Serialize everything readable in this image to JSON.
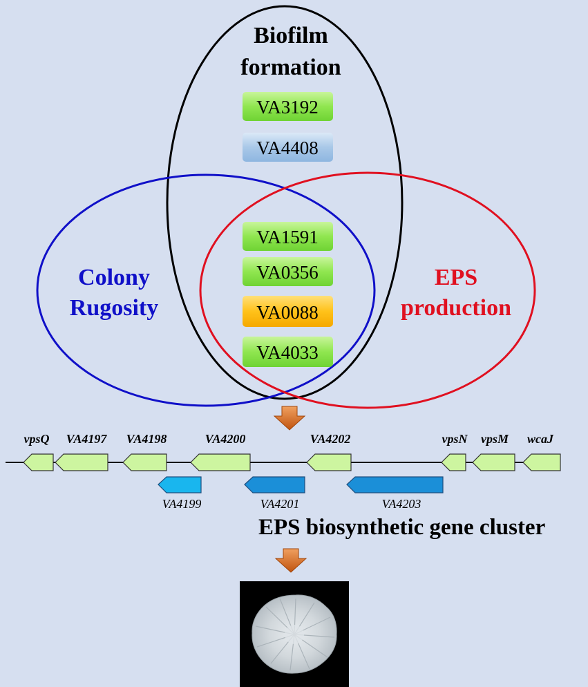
{
  "venn": {
    "biofilm_label": [
      "Biofilm",
      "formation"
    ],
    "rugosity_label": [
      "Colony",
      "Rugosity"
    ],
    "eps_label": [
      "EPS",
      "production"
    ],
    "colors": {
      "biofilm": "#000000",
      "rugosity": "#1010c8",
      "eps": "#e01020"
    }
  },
  "genes_biofilm_only": [
    {
      "id": "VA3192",
      "color": "green"
    },
    {
      "id": "VA4408",
      "color": "blue"
    }
  ],
  "genes_all_three": [
    {
      "id": "VA1591",
      "color": "green"
    },
    {
      "id": "VA0356",
      "color": "green"
    },
    {
      "id": "VA0088",
      "color": "orange"
    },
    {
      "id": "VA4033",
      "color": "green"
    }
  ],
  "gene_cluster": {
    "title": "EPS biosynthetic gene cluster",
    "top_genes": [
      {
        "label": "vpsQ",
        "strand": "left"
      },
      {
        "label": "VA4197",
        "strand": "left"
      },
      {
        "label": "VA4198",
        "strand": "left"
      },
      {
        "label": "VA4200",
        "strand": "left"
      },
      {
        "label": "VA4202",
        "strand": "left"
      },
      {
        "label": "vpsN",
        "strand": "left"
      },
      {
        "label": "vpsM",
        "strand": "left"
      },
      {
        "label": "wcaJ",
        "strand": "left"
      }
    ],
    "bottom_genes": [
      {
        "label": "VA4199",
        "strand": "left"
      },
      {
        "label": "VA4201",
        "strand": "left"
      },
      {
        "label": "VA4203",
        "strand": "left"
      }
    ]
  },
  "colony_image": "rugose-colony-photo"
}
